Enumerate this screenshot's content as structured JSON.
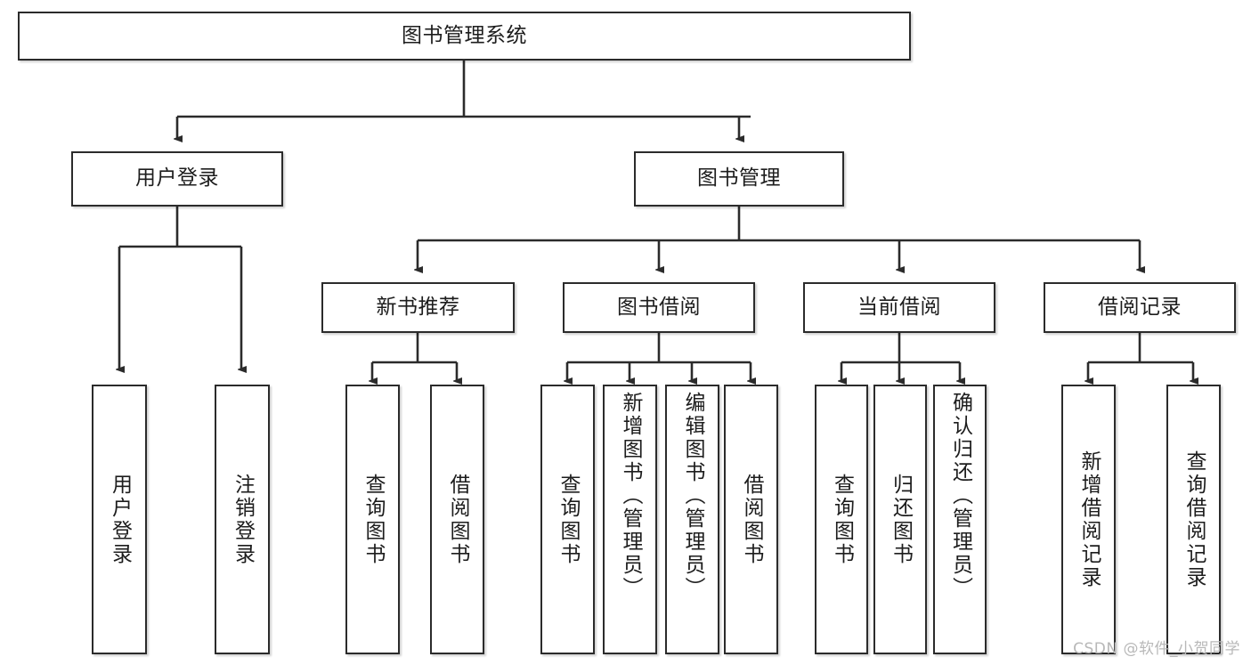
{
  "diagram": {
    "type": "tree-hierarchy",
    "title": "图书管理系统",
    "watermark": "CSDN @软件_小贺同学",
    "colors": {
      "stroke": "#2b2b2b",
      "fill": "#ffffff",
      "text": "#1d1d1d",
      "watermark": "#b8b8b8"
    },
    "nodes": {
      "root": {
        "label": "图书管理系统",
        "level": 0,
        "orientation": "horizontal"
      },
      "user_login": {
        "label": "用户登录",
        "level": 1,
        "orientation": "horizontal"
      },
      "book_manage": {
        "label": "图书管理",
        "level": 1,
        "orientation": "horizontal"
      },
      "new_book_rec": {
        "label": "新书推荐",
        "level": 2,
        "orientation": "horizontal"
      },
      "book_borrow": {
        "label": "图书借阅",
        "level": 2,
        "orientation": "horizontal"
      },
      "current_borrow": {
        "label": "当前借阅",
        "level": 2,
        "orientation": "horizontal"
      },
      "borrow_record": {
        "label": "借阅记录",
        "level": 2,
        "orientation": "horizontal"
      },
      "leaf_user_login": {
        "label": "用户登录",
        "level": 3,
        "orientation": "vertical"
      },
      "leaf_logout": {
        "label": "注销登录",
        "level": 3,
        "orientation": "vertical"
      },
      "leaf_query_book_1": {
        "label": "查询图书",
        "level": 3,
        "orientation": "vertical"
      },
      "leaf_borrow_book_1": {
        "label": "借阅图书",
        "level": 3,
        "orientation": "vertical"
      },
      "leaf_query_book_2": {
        "label": "查询图书",
        "level": 3,
        "orientation": "vertical"
      },
      "leaf_add_book": {
        "label": "新增图书（管理员）",
        "level": 3,
        "orientation": "vertical"
      },
      "leaf_edit_book": {
        "label": "编辑图书（管理员）",
        "level": 3,
        "orientation": "vertical"
      },
      "leaf_borrow_book_2": {
        "label": "借阅图书",
        "level": 3,
        "orientation": "vertical"
      },
      "leaf_query_book_3": {
        "label": "查询图书",
        "level": 3,
        "orientation": "vertical"
      },
      "leaf_return_book": {
        "label": "归还图书",
        "level": 3,
        "orientation": "vertical"
      },
      "leaf_confirm_return": {
        "label": "确认归还（管理员）",
        "level": 3,
        "orientation": "vertical"
      },
      "leaf_add_record": {
        "label": "新增借阅记录",
        "level": 3,
        "orientation": "vertical"
      },
      "leaf_query_record": {
        "label": "查询借阅记录",
        "level": 3,
        "orientation": "vertical"
      }
    },
    "edges": [
      {
        "from": "root",
        "to": "user_login"
      },
      {
        "from": "root",
        "to": "book_manage"
      },
      {
        "from": "user_login",
        "to": "leaf_user_login"
      },
      {
        "from": "user_login",
        "to": "leaf_logout"
      },
      {
        "from": "book_manage",
        "to": "new_book_rec"
      },
      {
        "from": "book_manage",
        "to": "book_borrow"
      },
      {
        "from": "book_manage",
        "to": "current_borrow"
      },
      {
        "from": "book_manage",
        "to": "borrow_record"
      },
      {
        "from": "new_book_rec",
        "to": "leaf_query_book_1"
      },
      {
        "from": "new_book_rec",
        "to": "leaf_borrow_book_1"
      },
      {
        "from": "book_borrow",
        "to": "leaf_query_book_2"
      },
      {
        "from": "book_borrow",
        "to": "leaf_add_book"
      },
      {
        "from": "book_borrow",
        "to": "leaf_edit_book"
      },
      {
        "from": "book_borrow",
        "to": "leaf_borrow_book_2"
      },
      {
        "from": "current_borrow",
        "to": "leaf_query_book_3"
      },
      {
        "from": "current_borrow",
        "to": "leaf_return_book"
      },
      {
        "from": "current_borrow",
        "to": "leaf_confirm_return"
      },
      {
        "from": "borrow_record",
        "to": "leaf_add_record"
      },
      {
        "from": "borrow_record",
        "to": "leaf_query_record"
      }
    ]
  }
}
